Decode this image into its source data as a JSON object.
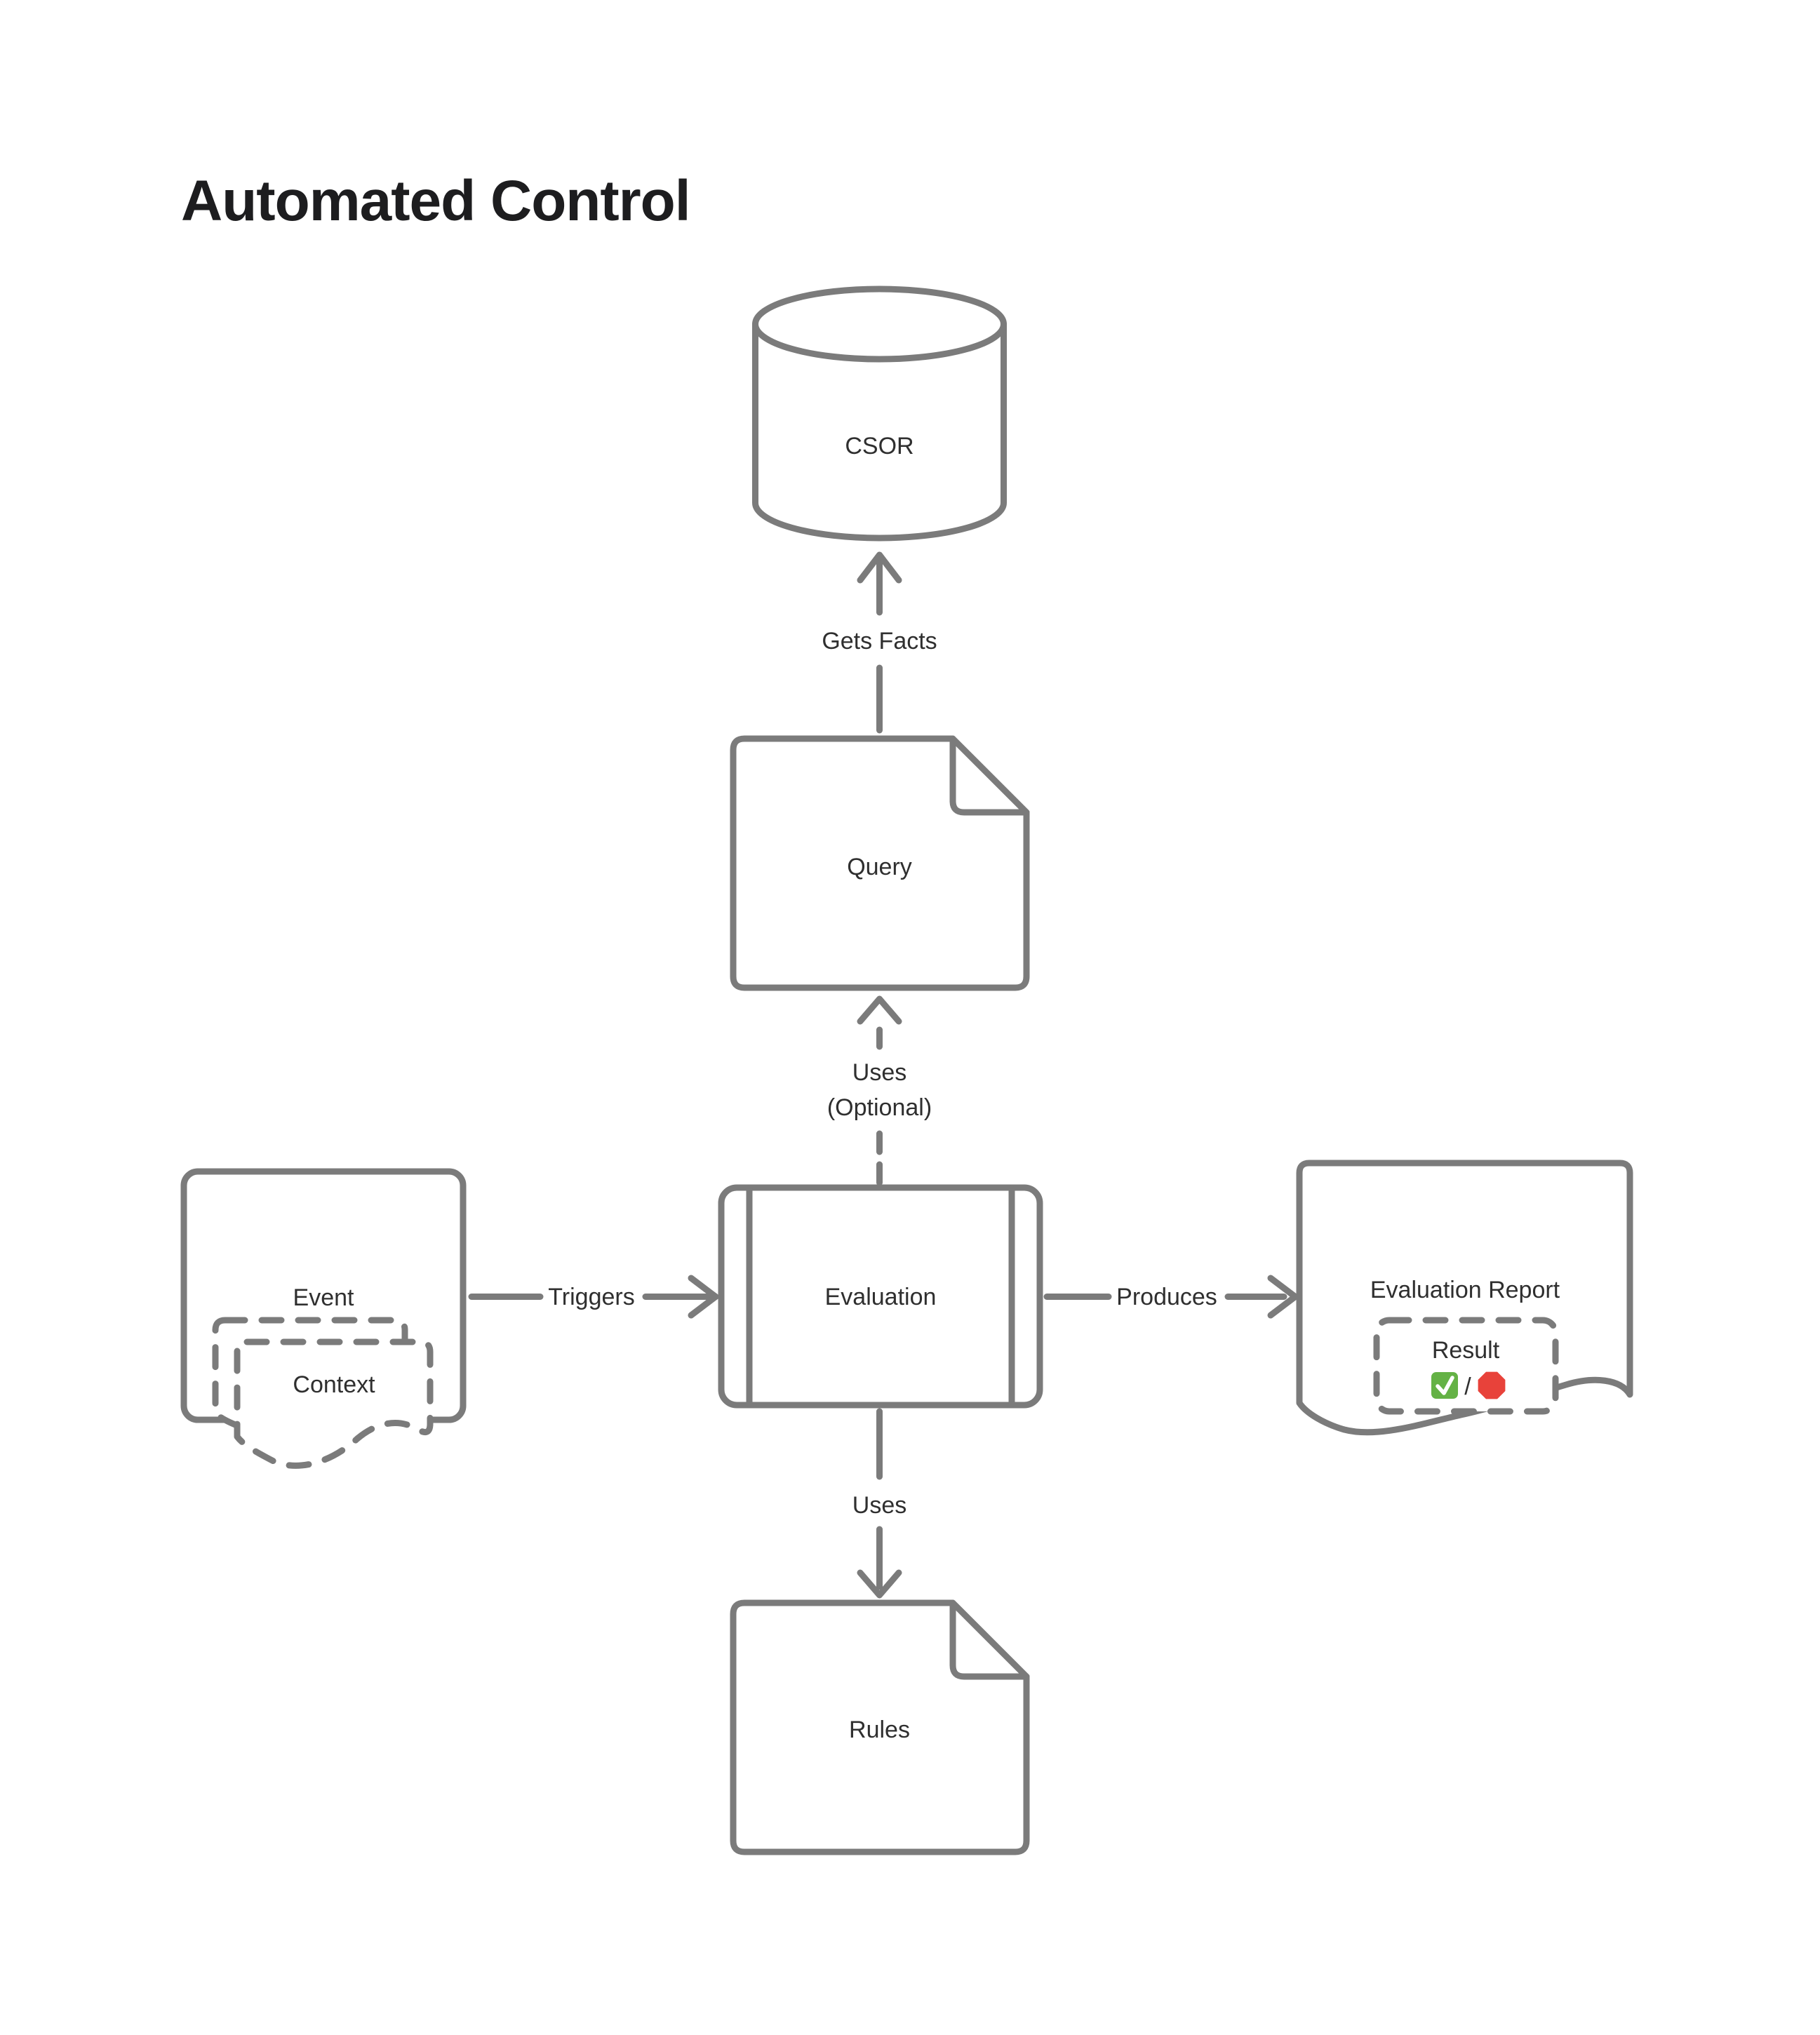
{
  "title": "Automated Control",
  "diagram": {
    "nodes": {
      "csor": {
        "label": "CSOR",
        "shape": "database-cylinder"
      },
      "query": {
        "label": "Query",
        "shape": "document-folded-corner"
      },
      "evaluation": {
        "label": "Evaluation",
        "shape": "subroutine"
      },
      "event": {
        "label": "Event",
        "shape": "rounded-rectangle"
      },
      "context": {
        "label": "Context",
        "shape": "dashed-stacked-documents"
      },
      "evaluation_report": {
        "label": "Evaluation Report",
        "shape": "document-wavy-bottom"
      },
      "result": {
        "label": "Result",
        "separator": "/",
        "icons": [
          "check-mark",
          "stop-sign"
        ],
        "shape": "dashed-rounded-rectangle"
      },
      "rules": {
        "label": "Rules",
        "shape": "document-folded-corner"
      }
    },
    "edges": {
      "gets_facts": {
        "label": "Gets Facts",
        "from": "query",
        "to": "csor",
        "style": "solid"
      },
      "uses_optional": {
        "label": "Uses",
        "label2": "(Optional)",
        "from": "evaluation",
        "to": "query",
        "style": "dashed"
      },
      "triggers": {
        "label": "Triggers",
        "from": "event",
        "to": "evaluation",
        "style": "solid"
      },
      "produces": {
        "label": "Produces",
        "from": "evaluation",
        "to": "evaluation_report",
        "style": "solid"
      },
      "uses": {
        "label": "Uses",
        "from": "evaluation",
        "to": "rules",
        "style": "solid"
      }
    },
    "colors": {
      "stroke": "#7b7b7b",
      "label": "#2f2f2f",
      "title": "#1d1d1f",
      "check_green": "#64b245",
      "stop_red": "#e8423a",
      "background": "#ffffff"
    }
  }
}
